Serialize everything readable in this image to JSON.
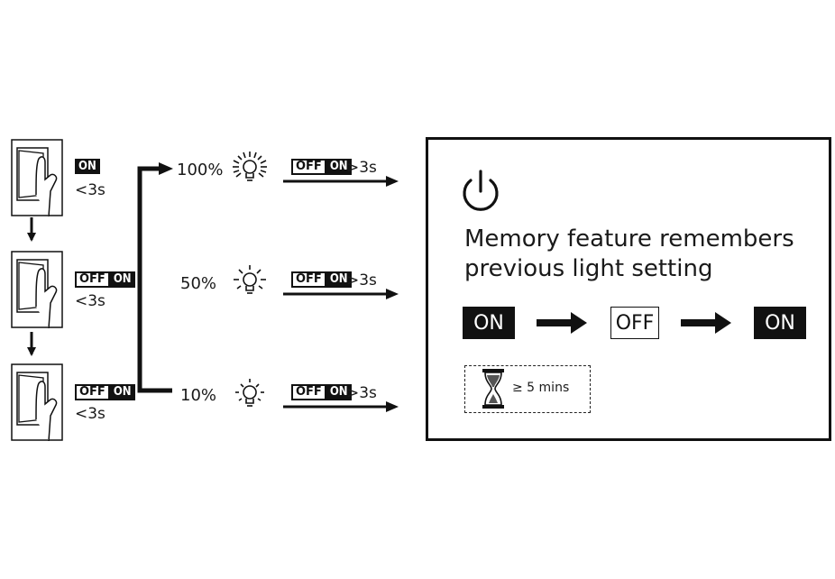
{
  "switch_steps": [
    {
      "labels": [
        "ON"
      ],
      "time": "<3s"
    },
    {
      "labels": [
        "OFF",
        "ON"
      ],
      "time": "<3s"
    },
    {
      "labels": [
        "OFF",
        "ON"
      ],
      "time": "<3s"
    }
  ],
  "levels": [
    {
      "percent": "100%",
      "labels": [
        "OFF",
        "ON"
      ],
      "time": ">3s"
    },
    {
      "percent": "50%",
      "labels": [
        "OFF",
        "ON"
      ],
      "time": ">3s"
    },
    {
      "percent": "10%",
      "labels": [
        "OFF",
        "ON"
      ],
      "time": ">3s"
    }
  ],
  "memory": {
    "icon": "power-icon",
    "line1": "Memory feature remembers",
    "line2": "previous light setting",
    "states": [
      "ON",
      "OFF",
      "ON"
    ],
    "duration": "≥ 5 mins",
    "duration_icon": "hourglass-icon"
  }
}
